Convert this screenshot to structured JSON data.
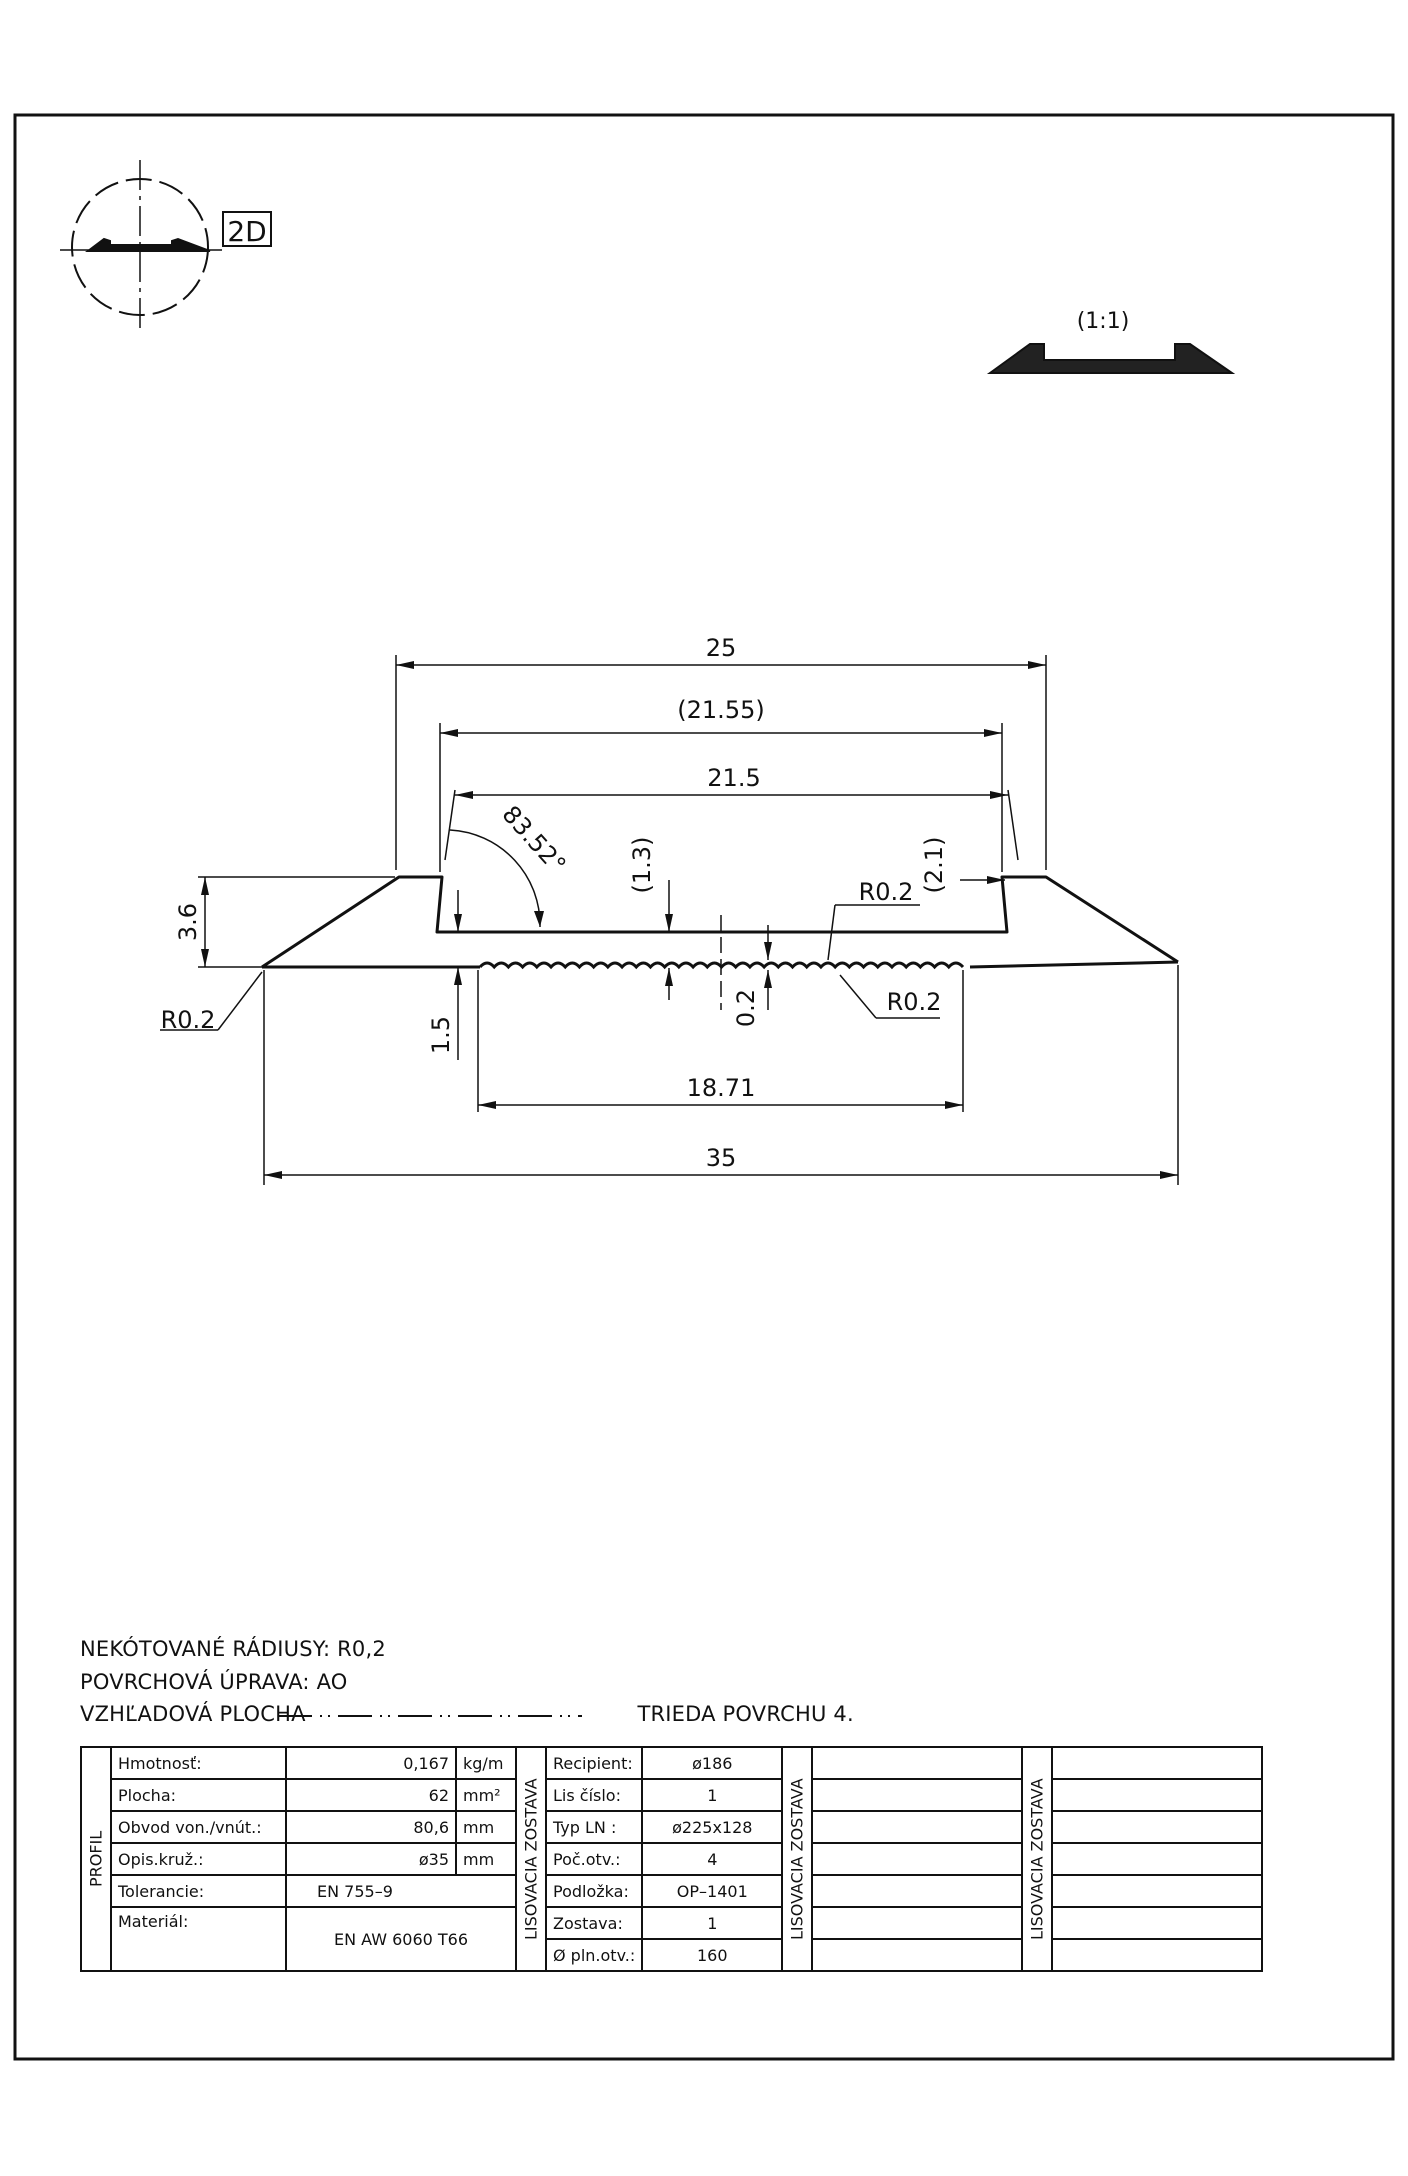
{
  "sheet": {
    "badge_2d": "2D",
    "scale": "(1:1)"
  },
  "dimensions": {
    "width_top": "25",
    "width_inner_ref": "(21.55)",
    "width_inner": "21.5",
    "angle": "83.52°",
    "height_ref_1": "(1.3)",
    "height_ref_2": "(2.1)",
    "height_total": "3.6",
    "radius_1": "R0.2",
    "radius_2": "R0.2",
    "radius_3": "R0.2",
    "base_height": "1.5",
    "rib_height": "0.2",
    "ribbed_width": "18.71",
    "width_total": "35"
  },
  "notes": {
    "line1": "NEKÓTOVANÉ RÁDIUSY: R0,2",
    "line2": "POVRCHOVÁ ÚPRAVA: AO",
    "line3_left": "VZHĽADOVÁ PLOCHA",
    "line3_right": "TRIEDA POVRCHU 4."
  },
  "title_block": {
    "profil_label": "PROFIL",
    "lisovacia_label": "LISOVACIA ZOSTAVA",
    "profil_rows": [
      {
        "label": "Hmotnosť:",
        "value": "0,167",
        "unit": "kg/m"
      },
      {
        "label": "Plocha:",
        "value": "62",
        "unit": "mm²"
      },
      {
        "label": "Obvod von./vnút.:",
        "value": "80,6",
        "unit": "mm"
      },
      {
        "label": "Opis.kruž.:",
        "value": "ø35",
        "unit": "mm"
      },
      {
        "label": "Tolerancie:",
        "value": "EN  755–9",
        "unit": ""
      },
      {
        "label": "Materiál:",
        "value": "EN  AW  6060  T66",
        "unit": ""
      }
    ],
    "zostava_rows": [
      {
        "label": "Recipient:",
        "value": "ø186"
      },
      {
        "label": "Lis číslo:",
        "value": "1"
      },
      {
        "label": "Typ LN :",
        "value": "ø225x128"
      },
      {
        "label": "Poč.otv.:",
        "value": "4"
      },
      {
        "label": "Podložka:",
        "value": "OP–1401"
      },
      {
        "label": "Zostava:",
        "value": "1"
      },
      {
        "label": "Ø pln.otv.:",
        "value": "160"
      }
    ]
  }
}
